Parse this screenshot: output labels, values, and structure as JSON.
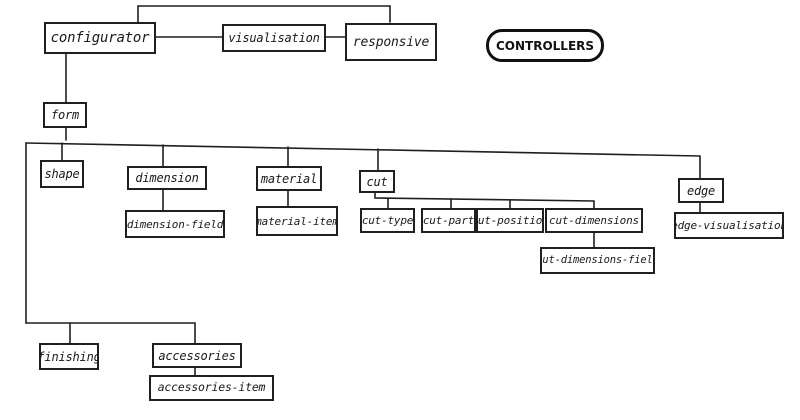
{
  "title": "CONTROLLERS",
  "nodes": {
    "configurator": "configurator",
    "visualisation": "visualisation",
    "responsive": "responsive",
    "form": "form",
    "shape": "shape",
    "dimension": "dimension",
    "material": "material",
    "cut": "cut",
    "edge": "edge",
    "dimension_field": "dimension-field",
    "material_item": "material-item",
    "cut_type": "cut-type",
    "cut_part": "cut-part",
    "cut_position": "cut-position",
    "cut_dimensions": "cut-dimensions",
    "cut_dimensions_field": "cut-dimensions-field",
    "edge_visualisation": "edge-visualisation",
    "finishing": "finishing",
    "accessories": "accessories",
    "accessories_item": "accessories-item"
  }
}
